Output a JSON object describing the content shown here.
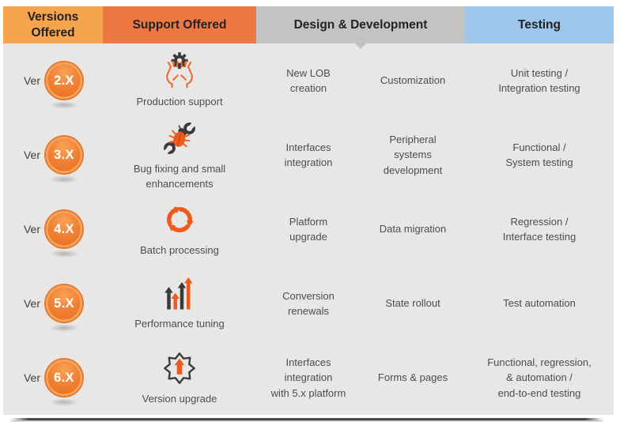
{
  "colors": {
    "versions_header_bg": "#F7A44E",
    "support_header_bg": "#EE7843",
    "design_header_bg": "#C3C3C3",
    "testing_header_bg": "#9CC6EA",
    "header_text": "#222222",
    "body_bg": "#E8E7E6",
    "body_text": "#4D4D4D",
    "accent_orange": "#EE5A1D",
    "icon_dark": "#3A3A3A",
    "badge_orange_top": "#F9A257",
    "badge_orange_bottom": "#E96A1A",
    "badge_text": "#FFFFFF"
  },
  "header": {
    "columns": [
      {
        "id": "versions",
        "label": "Versions Offered"
      },
      {
        "id": "support",
        "label": "Support Offered"
      },
      {
        "id": "design",
        "label": "Design & Development"
      },
      {
        "id": "testing",
        "label": "Testing"
      }
    ]
  },
  "rows": [
    {
      "version_prefix": "Ver",
      "version_badge": "2.X",
      "support_icon": "hands-gear-icon",
      "support_label": "Production support",
      "design_dev": [
        "New LOB\ncreation",
        "Customization"
      ],
      "testing": "Unit testing /\nIntegration testing"
    },
    {
      "version_prefix": "Ver",
      "version_badge": "3.X",
      "support_icon": "bug-wrench-icon",
      "support_label": "Bug fixing and small\nenhancements",
      "design_dev": [
        "Interfaces\nintegration",
        "Peripheral\nsystems\ndevelopment"
      ],
      "testing": "Functional /\nSystem testing"
    },
    {
      "version_prefix": "Ver",
      "version_badge": "4.X",
      "support_icon": "cycle-arrows-icon",
      "support_label": "Batch processing",
      "design_dev": [
        "Platform\nupgrade",
        "Data migration"
      ],
      "testing": "Regression /\nInterface testing"
    },
    {
      "version_prefix": "Ver",
      "version_badge": "5.X",
      "support_icon": "growth-arrows-icon",
      "support_label": "Performance tuning",
      "design_dev": [
        "Conversion\nrenewals",
        "State rollout"
      ],
      "testing": "Test automation"
    },
    {
      "version_prefix": "Ver",
      "version_badge": "6.X",
      "support_icon": "star-upgrade-icon",
      "support_label": "Version upgrade",
      "design_dev": [
        "Interfaces\nintegration\nwith 5.x platform",
        "Forms & pages"
      ],
      "testing": "Functional, regression,\n& automation /\nend-to-end testing"
    }
  ]
}
